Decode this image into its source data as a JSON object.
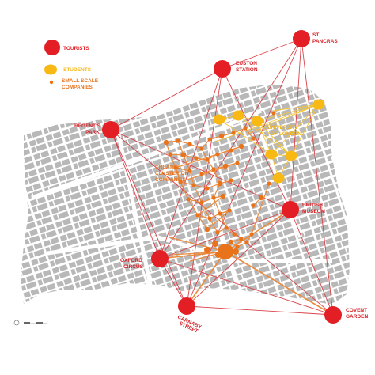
{
  "legend": {
    "tourists": "TOURISTS",
    "students": "STUDENTS",
    "companies_line1": "SMALL SCALE",
    "companies_line2": "COMPANIES"
  },
  "labels": {
    "st_pancras_1": "ST",
    "st_pancras_2": "PANCRAS",
    "euston_1": "EUSTON",
    "euston_2": "STATION",
    "regents_1": "REGENT'S",
    "regents_2": "PARK",
    "university_1": "UNIVERSITY",
    "university_2": "OF LONDON",
    "creative_1": "CREATIVE",
    "creative_2": "CLUSTER OF",
    "creative_3": "COMPANIES",
    "british_1": "BRITISH",
    "british_2": "MUSEUM",
    "oxford_1": "OXFORD",
    "oxford_2": "CIRCUS",
    "carnaby_1": "CARNABY",
    "carnaby_2": "STREET",
    "covent_1": "COVENT",
    "covent_2": "GARDEN"
  },
  "colors": {
    "tourists": "#e31e24",
    "students": "#f9b914",
    "companies": "#e8731a",
    "buildings": "#b8b8b8",
    "tourist_lines": "#d9434a",
    "student_lines": "#f5c430",
    "company_lines": "#ec8a3a"
  }
}
